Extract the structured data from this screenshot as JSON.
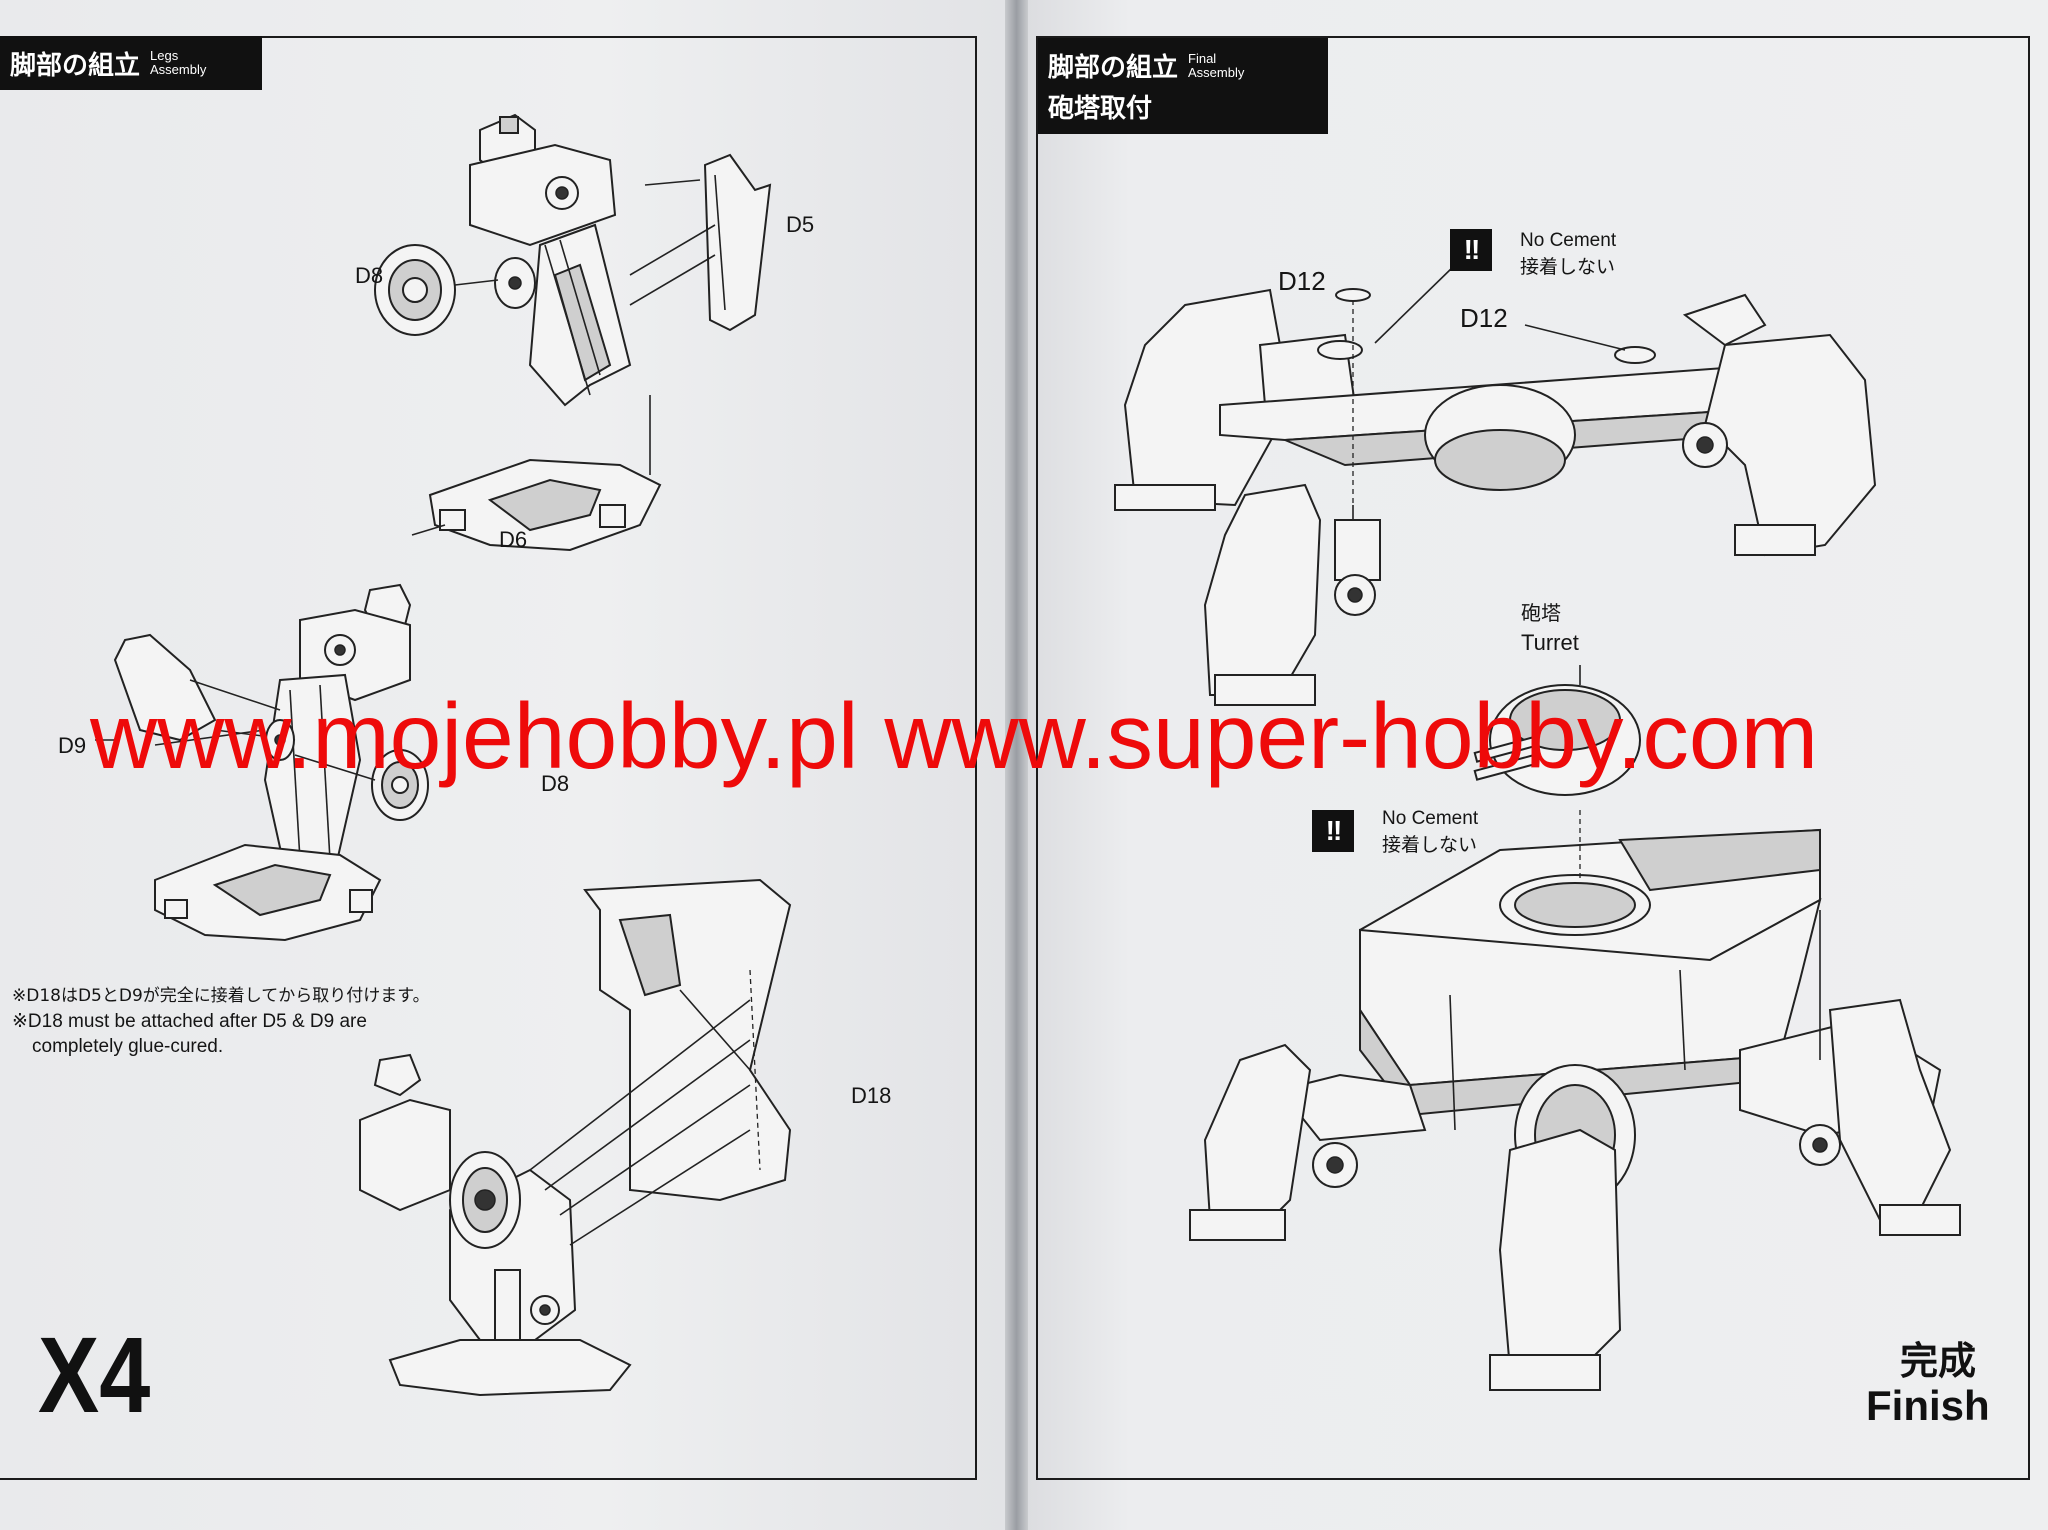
{
  "left_page": {
    "header": {
      "jp": "脚部の組立",
      "en": "Legs Assembly"
    },
    "parts": {
      "d5": "D5",
      "d8_top": "D8",
      "d6": "D6",
      "d9": "D9",
      "d8_mid": "D8",
      "d18": "D18"
    },
    "note": {
      "jp": "※D18はD5とD9が完全に接着してから取り付けます。",
      "en_line1": "※D18 must be attached after D5 & D9 are",
      "en_line2": "completely glue-cured."
    },
    "multiplier": "X4"
  },
  "right_page": {
    "header": {
      "jp_line1": "脚部の組立",
      "en": "Final Assembly",
      "jp_line2": "砲塔取付"
    },
    "parts": {
      "d12_left": "D12",
      "d12_right": "D12"
    },
    "warning_top": {
      "icon": "!!",
      "en": "No Cement",
      "jp": "接着しない"
    },
    "turret": {
      "jp": "砲塔",
      "en": "Turret"
    },
    "warning_bottom": {
      "icon": "!!",
      "en": "No Cement",
      "jp": "接着しない"
    },
    "finish": {
      "jp": "完成",
      "en": "Finish"
    }
  },
  "watermark": "www.mojehobby.pl www.super-hobby.com"
}
